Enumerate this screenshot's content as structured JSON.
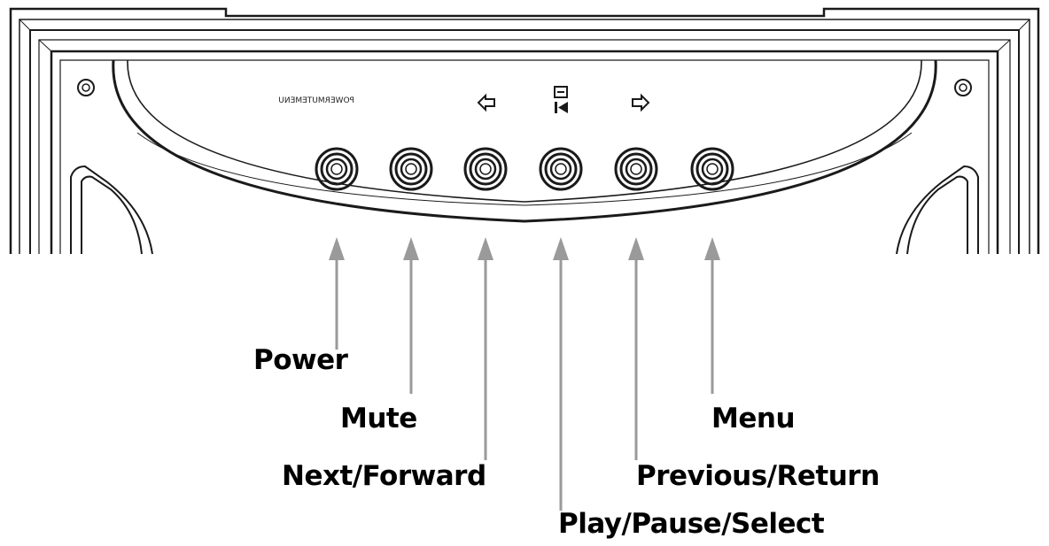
{
  "panel": {
    "silkscreen_text": "POWERMUTEMENU"
  },
  "callouts": [
    {
      "id": "power",
      "label": "Power"
    },
    {
      "id": "mute",
      "label": "Mute"
    },
    {
      "id": "next",
      "label": "Next/Forward"
    },
    {
      "id": "play",
      "label": "Play/Pause/Select"
    },
    {
      "id": "previous",
      "label": "Previous/Return"
    },
    {
      "id": "menu",
      "label": "Menu"
    }
  ],
  "icons": [
    "left-arrow-icon",
    "play-pause-icon",
    "right-arrow-icon",
    "screw-icon"
  ],
  "colors": {
    "line": "#1a1a1a",
    "arrow": "#9a9a9a",
    "text": "#000000"
  }
}
